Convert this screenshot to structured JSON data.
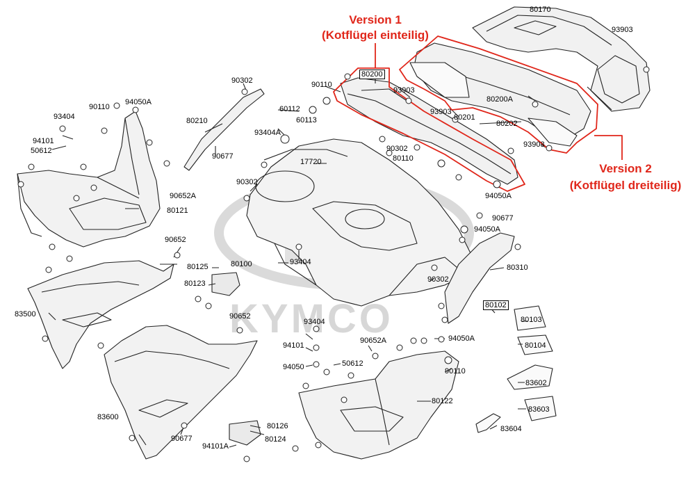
{
  "watermark": {
    "brand": "KYMCO"
  },
  "versions": {
    "v1_title": "Version 1",
    "v1_sub": "(Kotflügel einteilig)",
    "v2_title": "Version 2",
    "v2_sub": "(Kotflügel dreiteilig)",
    "highlight_color": "#e0261a"
  },
  "part_labels": {
    "p80170": "80170",
    "p93903a": "93903",
    "p80200": "80200",
    "p90110a": "90110",
    "p93903b": "93903",
    "p93903c": "93903",
    "p80200A": "80200A",
    "p80201": "80201",
    "p80202": "80202",
    "p93903d": "93903",
    "p90302a": "90302",
    "p80210": "80210",
    "p90677a": "90677",
    "p60112": "60112",
    "p60113": "60113",
    "p93404A": "93404A",
    "p90302b": "90302",
    "p17720": "17720",
    "p80110": "80110",
    "p90302c": "90302",
    "p94050Aa": "94050A",
    "p90677b": "90677",
    "p94050Ab": "94050A",
    "p90110b": "90110",
    "p94050Ac": "94050A",
    "p93404a": "93404",
    "p94101a": "94101",
    "p50612a": "50612",
    "p90652Aa": "90652A",
    "p80121": "80121",
    "p90652": "90652",
    "p80125": "80125",
    "p80123": "80123",
    "p80100": "80100",
    "p93404b": "93404",
    "p80310": "80310",
    "p90302d": "90302",
    "p83500": "83500",
    "p90652b": "90652",
    "p93404c": "93404",
    "p94101b": "94101",
    "p94050": "94050",
    "p50612b": "50612",
    "p90652Ab": "90652A",
    "p94050Ad": "94050A",
    "p90110c": "90110",
    "p80122": "80122",
    "p83600": "83600",
    "p90677c": "90677",
    "p80126": "80126",
    "p80124": "80124",
    "p94101A": "94101A",
    "p80102": "80102",
    "p80103": "80103",
    "p80104": "80104",
    "p83602": "83602",
    "p83603": "83603",
    "p83604": "83604"
  }
}
